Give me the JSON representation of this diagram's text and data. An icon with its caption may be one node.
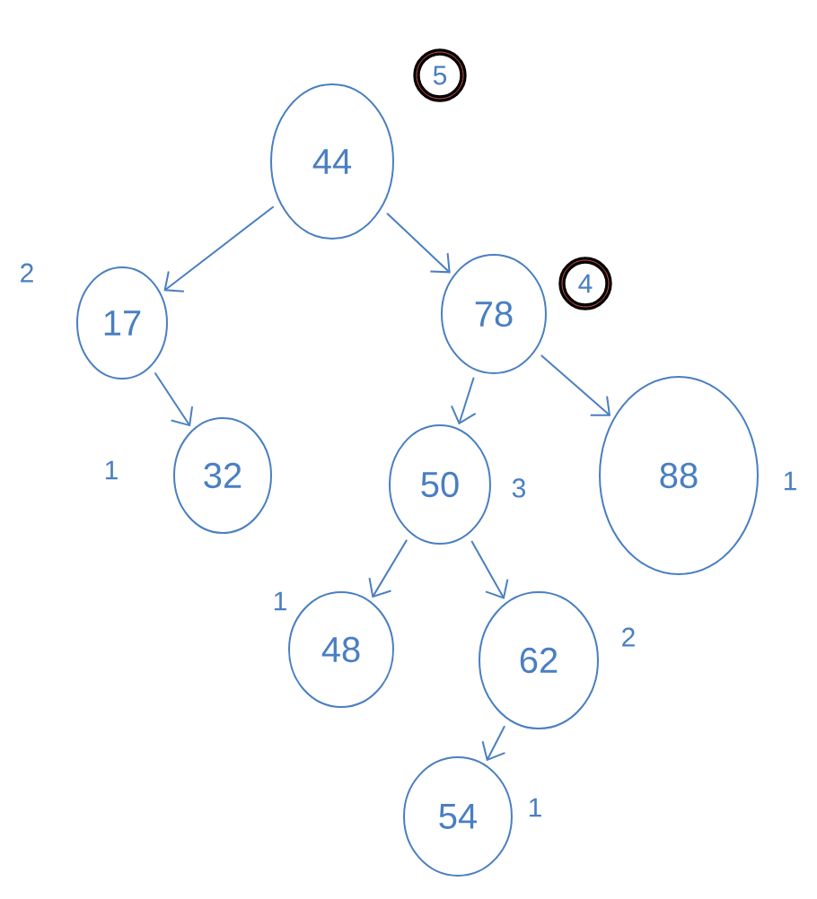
{
  "diagram": {
    "nodes": [
      {
        "text": [
          "44"
        ],
        "beside": [
          "5"
        ]
      },
      {
        "text": [
          "17"
        ],
        "beside": [
          "2"
        ]
      },
      {
        "text": [
          "78"
        ],
        "beside": [
          "4"
        ]
      },
      {
        "text": [
          "32"
        ],
        "beside": [
          "1"
        ]
      },
      {
        "text": [
          "50"
        ],
        "beside": [
          "3"
        ]
      },
      {
        "text": [
          "88"
        ],
        "beside": [
          "1"
        ]
      },
      {
        "text": [
          "48"
        ],
        "beside": [
          "1"
        ]
      },
      {
        "text": [
          "62"
        ],
        "beside": [
          "2"
        ]
      },
      {
        "text": [
          "54"
        ],
        "beside": [
          "1"
        ]
      }
    ],
    "edges": [
      {
        "from": 0,
        "to": 1,
        "arrow": "to"
      },
      {
        "from": 0,
        "to": 2,
        "arrow": "to"
      },
      {
        "from": 1,
        "to": 3,
        "arrow": "to"
      },
      {
        "from": 2,
        "to": 4,
        "arrow": "to"
      },
      {
        "from": 2,
        "to": 5,
        "arrow": "to"
      },
      {
        "from": 4,
        "to": 6,
        "arrow": "to"
      },
      {
        "from": 4,
        "to": 7,
        "arrow": "to"
      },
      {
        "from": 7,
        "to": 8,
        "arrow": "to"
      }
    ]
  }
}
